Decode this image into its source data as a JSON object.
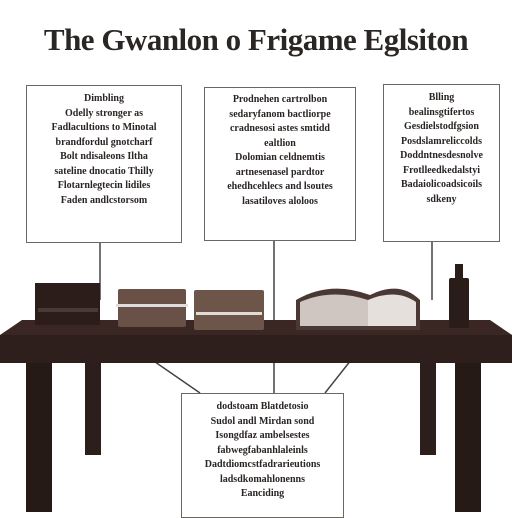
{
  "title": "The Gwanlon o Frigame Eglsiton",
  "boxes": {
    "top_left": [
      "Dimbling",
      "Odelly stronger as",
      "Fadlacultions to Minotal",
      "brandfordul gnotcharf",
      "Bolt ndisaleons Iltha",
      "sateline dnocatio Thilly",
      "Flotarnlegtecin lidiles",
      "Faden andlcstorsom"
    ],
    "top_center": [
      "Prodnehen cartrolbon",
      "sedaryfanom bactliorpe",
      "cradnesosi astes smtidd",
      "ealtlion",
      "Dolomian celdnemtis",
      "artnesenasel pardtor",
      "ehedhcehlecs and lsoutes",
      "lasatiloves aloloos"
    ],
    "top_right": [
      "Blling",
      "bealinsgtifertos",
      "Gesdielstodfgsion",
      "Posdslamreliccolds",
      "Doddntnesdesnolve",
      "Frotlleedkedalstyi",
      "Badaiolicoadsicoils",
      "sdkeny"
    ],
    "bottom": [
      "dodstoam Blatdetosio",
      "Sudol andl Mirdan sond",
      "Isongdfaz ambelsestes",
      "fabwegfabanhlaleinls",
      "Dadtdiomcstfadrarieutions",
      "ladsdkomahlonenns",
      "Eanciding"
    ]
  }
}
